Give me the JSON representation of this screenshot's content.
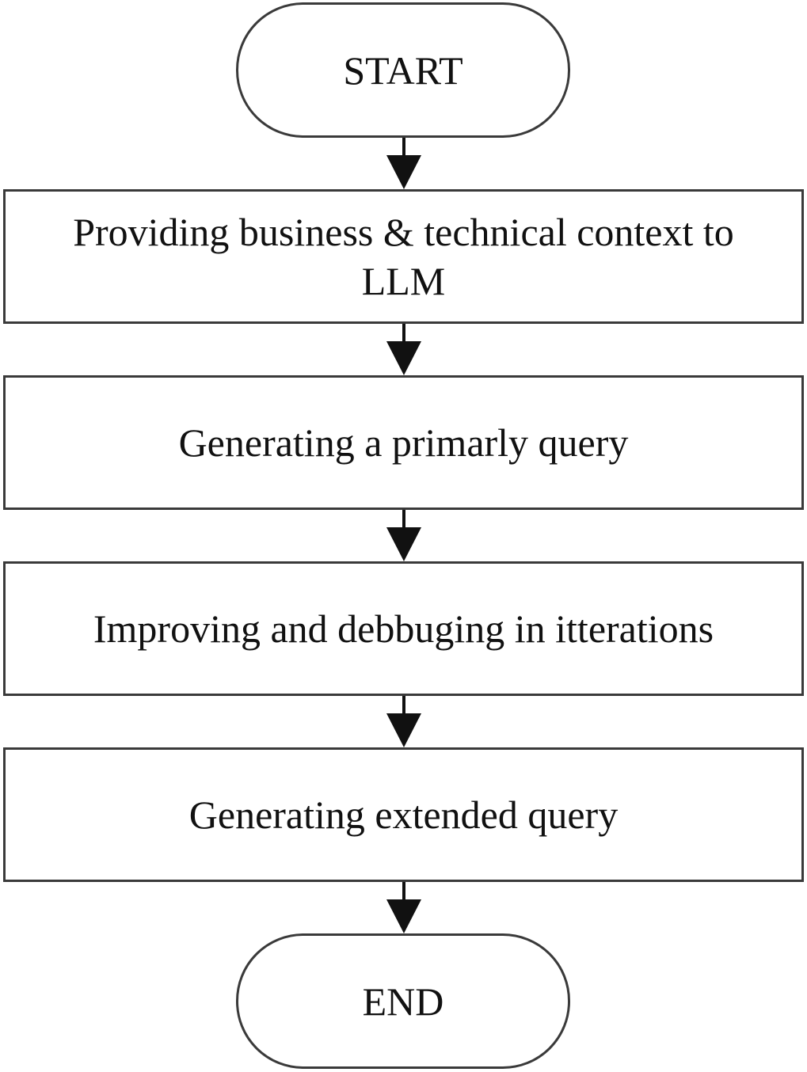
{
  "flowchart": {
    "start": {
      "label": "START"
    },
    "steps": [
      {
        "label": "Providing business & technical context to LLM"
      },
      {
        "label": "Generating a primarly query"
      },
      {
        "label": "Improving and debbuging in itterations"
      },
      {
        "label": "Generating extended query"
      }
    ],
    "end": {
      "label": "END"
    }
  },
  "colors": {
    "stroke": "#3a3a3a",
    "arrow": "#111111",
    "background": "#ffffff",
    "text": "#111111"
  }
}
